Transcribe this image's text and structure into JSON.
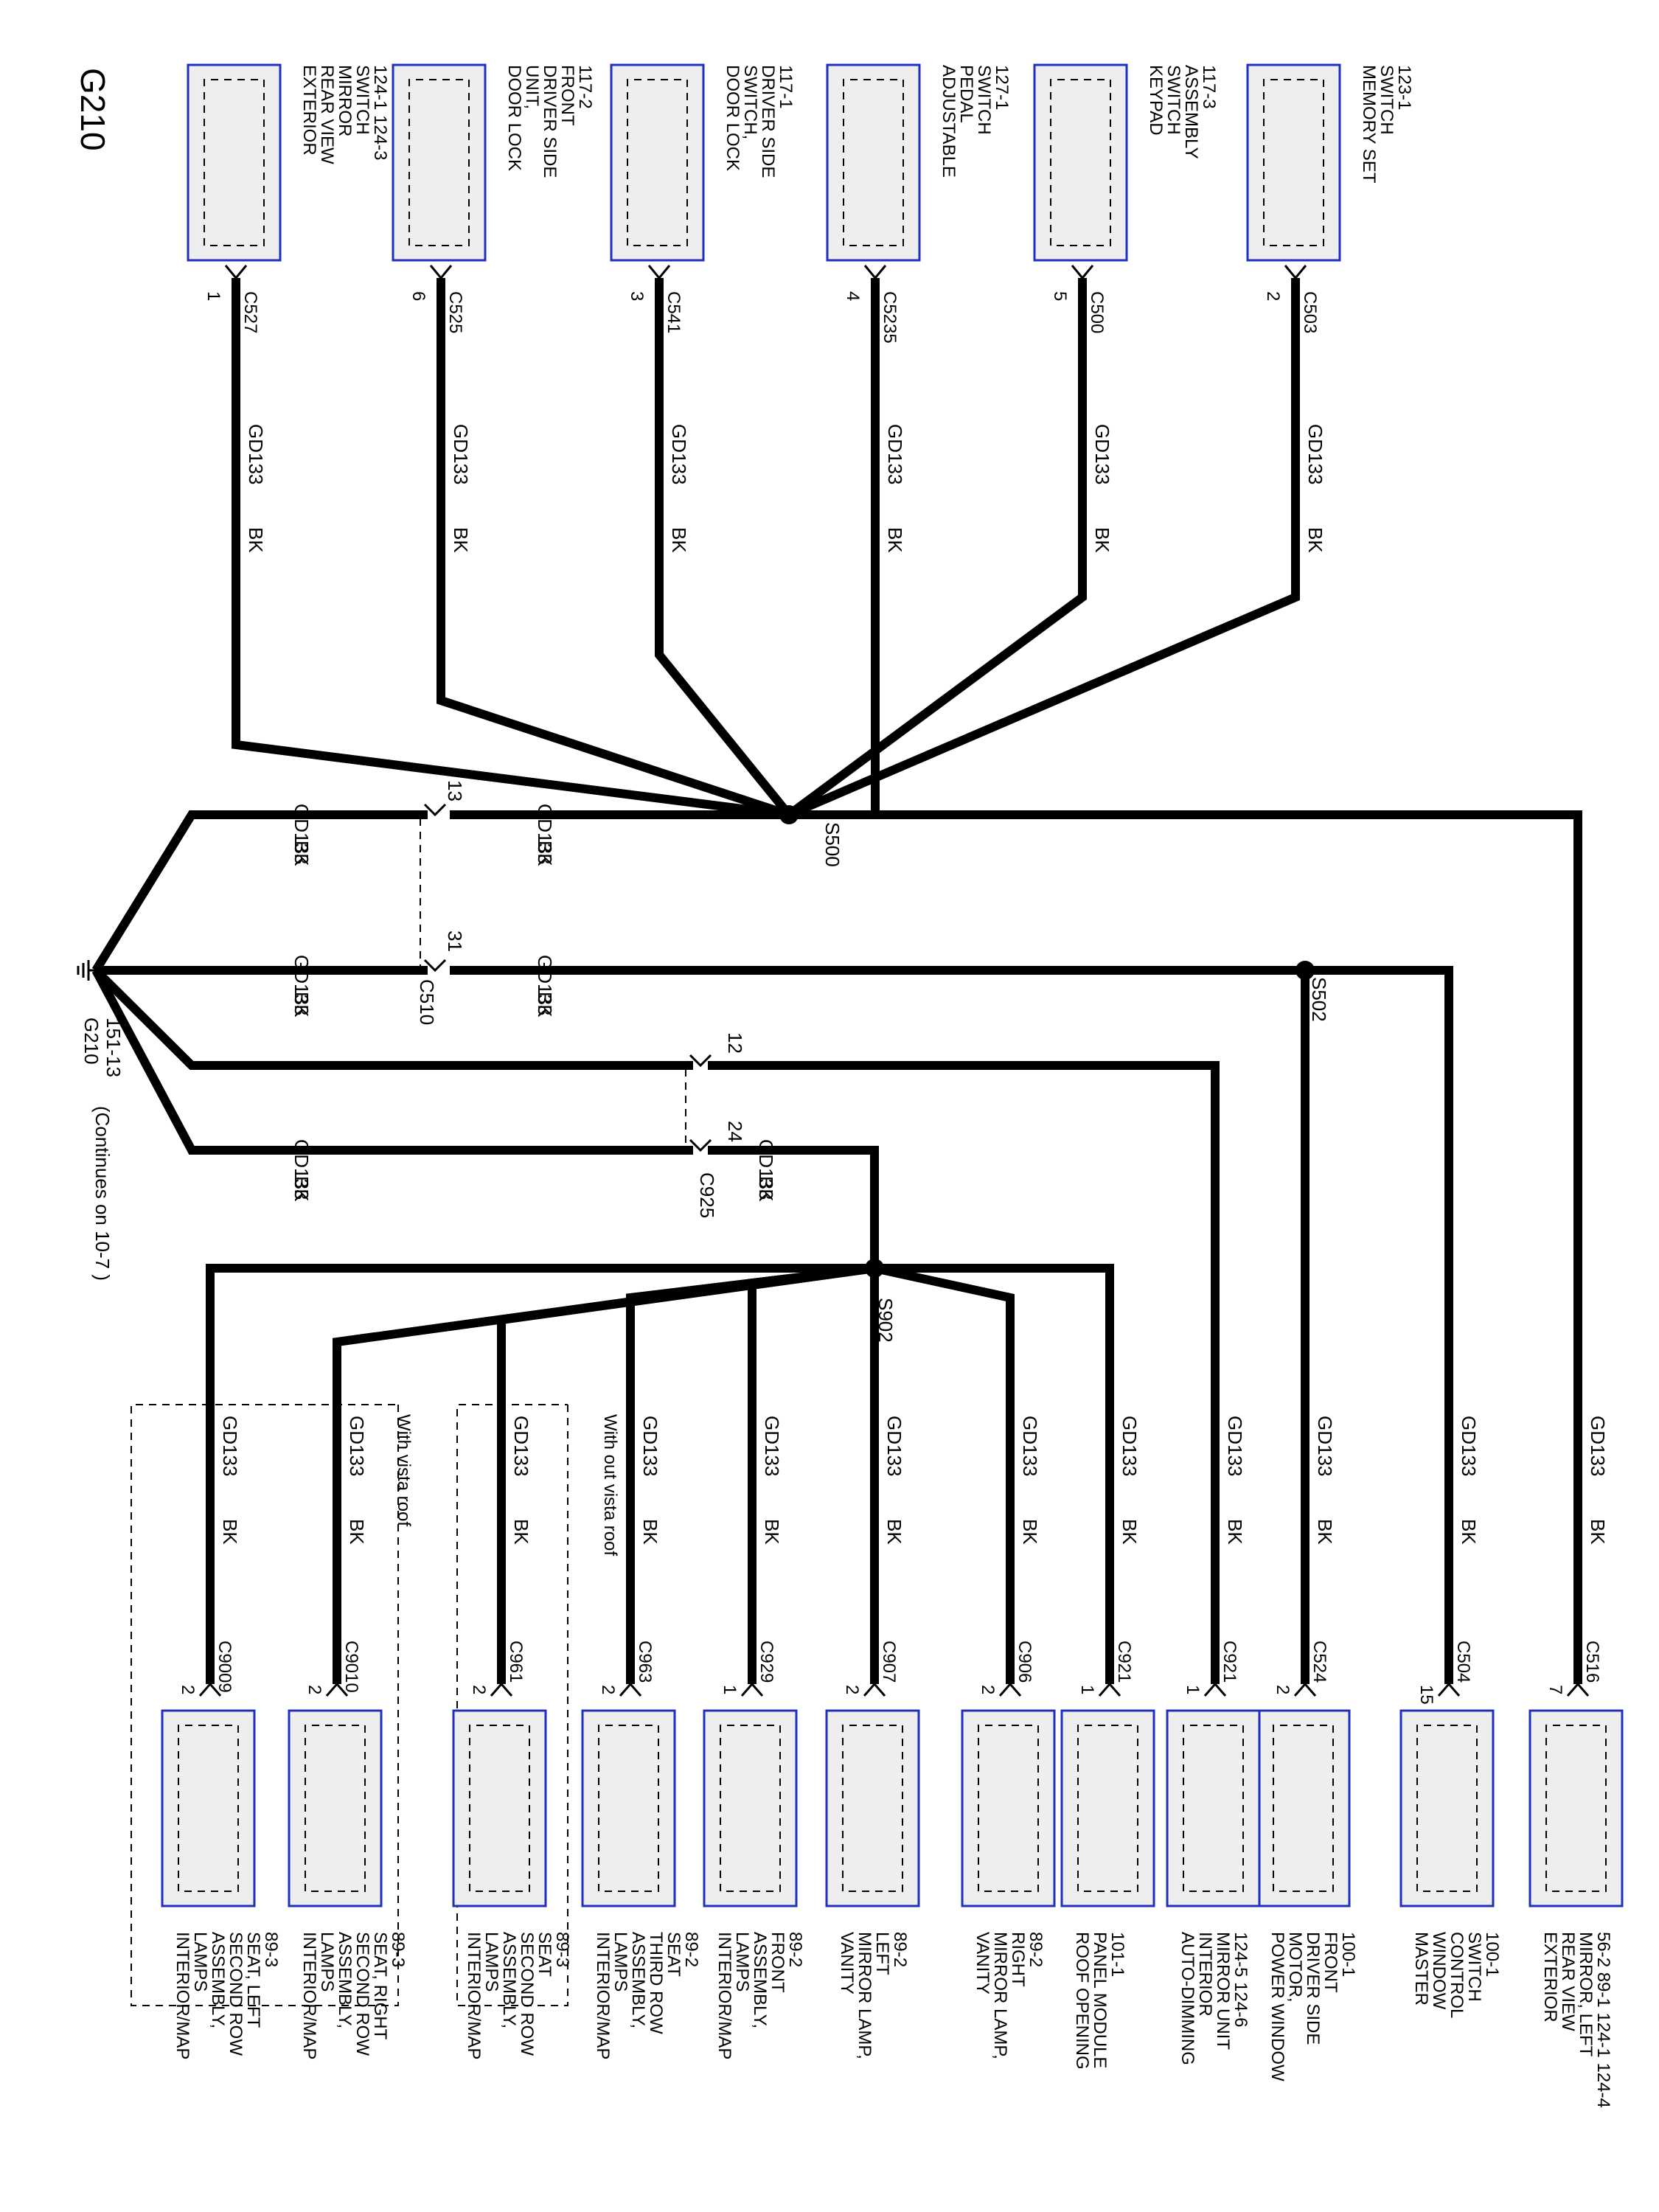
{
  "ground": {
    "id": "G210",
    "ref": "151-13",
    "note": "(Continues on  10-7 )"
  },
  "top_title": "G210",
  "top_components": [
    {
      "name": "EXTERIOR REAR VIEW MIRROR SWITCH",
      "ref": "124-1 124-3",
      "conn": "C527",
      "pin": "1",
      "wire": "GD133",
      "color": "BK"
    },
    {
      "name": "DOOR LOCK UNIT, DRIVER SIDE FRONT",
      "ref": "117-2",
      "conn": "C525",
      "pin": "6",
      "wire": "GD133",
      "color": "BK"
    },
    {
      "name": "DOOR LOCK SWITCH, DRIVER SIDE",
      "ref": "117-1",
      "conn": "C541",
      "pin": "3",
      "wire": "GD133",
      "color": "BK"
    },
    {
      "name": "ADJUSTABLE PEDAL SWITCH",
      "ref": "127-1",
      "conn": "C5235",
      "pin": "4",
      "wire": "GD133",
      "color": "BK"
    },
    {
      "name": "KEYPAD SWITCH ASSEMBLY",
      "ref": "117-3",
      "conn": "C500",
      "pin": "5",
      "wire": "GD133",
      "color": "BK"
    },
    {
      "name": "MEMORY SET SWITCH",
      "ref": "123-1",
      "conn": "C503",
      "pin": "2",
      "wire": "GD133",
      "color": "BK"
    }
  ],
  "splices": {
    "s500": "S500",
    "s502": "S502",
    "s902": "S902"
  },
  "inline_connectors": [
    {
      "id": "C510",
      "pin_a": "13",
      "pin_b": "31",
      "wire": "GD133",
      "color": "BK"
    },
    {
      "id": "C925",
      "pin_a": "12",
      "pin_b": "24",
      "wire": "GD133",
      "color": "BK"
    }
  ],
  "bottom_components": [
    {
      "name": "EXTERIOR REAR VIEW MIRROR, LEFT",
      "ref": "56-2 89-1 124-1 124-4",
      "conn": "C516",
      "pin": "7",
      "wire": "GD133",
      "color": "BK"
    },
    {
      "name": "MASTER WINDOW CONTROL SWITCH",
      "ref": "100-1",
      "conn": "C504",
      "pin": "15",
      "wire": "GD133",
      "color": "BK"
    },
    {
      "name": "POWER WINDOW MOTOR, DRIVER SIDE FRONT",
      "ref": "100-1",
      "conn": "C524",
      "pin": "2",
      "wire": "GD133",
      "color": "BK"
    },
    {
      "name": "AUTO-DIMMING INTERIOR MIRROR UNIT",
      "ref": "124-5 124-6",
      "conn": "C921",
      "pin": "1",
      "wire": "GD133",
      "color": "BK"
    },
    {
      "name": "ROOF OPENING PANEL MODULE",
      "ref": "101-1",
      "conn": "C921",
      "pin": "1",
      "wire": "GD133",
      "color": "BK"
    },
    {
      "name": "VANITY MIRROR LAMP, RIGHT",
      "ref": "89-2",
      "conn": "C906",
      "pin": "2",
      "wire": "GD133",
      "color": "BK"
    },
    {
      "name": "VANITY MIRROR LAMP, LEFT",
      "ref": "89-2",
      "conn": "C907",
      "pin": "2",
      "wire": "GD133",
      "color": "BK"
    },
    {
      "name": "INTERIOR/MAP LAMPS ASSEMBLY, FRONT",
      "ref": "89-2",
      "conn": "C929",
      "pin": "1",
      "wire": "GD133",
      "color": "BK"
    },
    {
      "name": "INTERIOR/MAP LAMPS ASSEMBLY, THIRD ROW SEAT",
      "ref": "89-2",
      "conn": "C963",
      "pin": "2",
      "wire": "GD133",
      "color": "BK"
    },
    {
      "name": "INTERIOR/MAP LAMPS ASSEMBLY, SECOND ROW SEAT",
      "ref": "89-3",
      "conn": "C961",
      "pin": "2",
      "wire": "GD133",
      "color": "BK"
    },
    {
      "name": "INTERIOR/MAP LAMPS ASSEMBLY, SECOND ROW SEAT, RIGHT",
      "ref": "89-3",
      "conn": "C9010",
      "pin": "2",
      "wire": "GD133",
      "color": "BK"
    },
    {
      "name": "INTERIOR/MAP LAMPS ASSEMBLY, SECOND ROW SEAT, LEFT",
      "ref": "89-3",
      "conn": "C9009",
      "pin": "2",
      "wire": "GD133",
      "color": "BK"
    }
  ],
  "option_labels": {
    "without_vista": "With out vista roof",
    "with_vista": "With vista roof"
  },
  "colors": {
    "wire": "#000000",
    "component_border": "#1f2fbf",
    "component_fill": "#eeeeee"
  }
}
